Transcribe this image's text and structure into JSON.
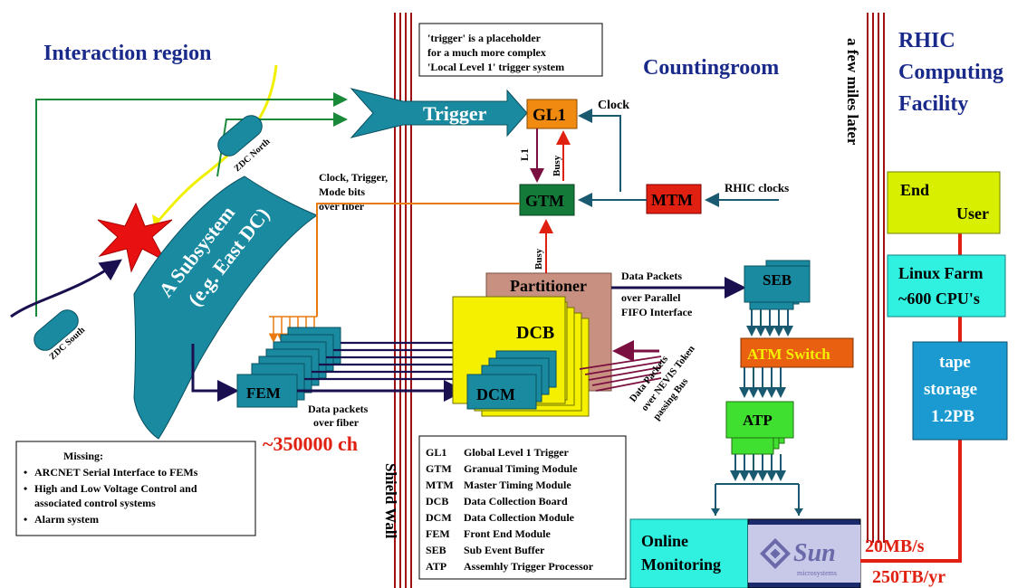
{
  "regions": {
    "interaction": "Interaction region",
    "countingroom": "Countingroom",
    "rhic_line1": "RHIC",
    "rhic_line2": "Computing",
    "rhic_line3": "Facility",
    "miles": "a few miles later",
    "shield_wall": "Shield Wall"
  },
  "note": {
    "line1": "'trigger' is a placeholder",
    "line2": "for a much more complex",
    "line3": "'Local Level 1' trigger system"
  },
  "labels": {
    "zdc_north": "ZDC North",
    "zdc_south": "ZDC South",
    "subsystem_line1": "A Subsystem",
    "subsystem_line2": "(e.g. East DC)",
    "trigger": "Trigger",
    "gl1": "GL1",
    "clock": "Clock",
    "l1": "L1",
    "busy1": "Busy",
    "busy2": "Busy",
    "gtm": "GTM",
    "mtm": "MTM",
    "rhic_clocks": "RHIC clocks",
    "clock_trigger_1": "Clock, Trigger,",
    "clock_trigger_2": "Mode bits",
    "clock_trigger_3": "over fiber",
    "partitioner": "Partitioner",
    "dcb": "DCB",
    "dcm": "DCM",
    "fem": "FEM",
    "data_packets_fiber_1": "Data packets",
    "data_packets_fiber_2": "over fiber",
    "channels": "~350000 ch",
    "parallel_1": "Data Packets",
    "parallel_2": "over Parallel",
    "parallel_3": "FIFO Interface",
    "nevis_1": "Data Packets",
    "nevis_2": "over NEVIS Token",
    "nevis_3": "passing Bus",
    "seb": "SEB",
    "atm": "ATM Switch",
    "atp": "ATP",
    "online_1": "Online",
    "online_2": "Monitoring",
    "sun": "Sun",
    "sun_sub": "microsystems",
    "rate": "20MB/s",
    "yearly": "250TB/yr",
    "end_user_1": "End",
    "end_user_2": "User",
    "linux_1": "Linux Farm",
    "linux_2": "~600 CPU's",
    "tape_1": "tape",
    "tape_2": "storage",
    "tape_3": "1.2PB"
  },
  "missing": {
    "title": "Missing:",
    "items": [
      "ARCNET Serial Interface to FEMs",
      "High and Low Voltage Control and",
      "associated control systems",
      "Alarm system"
    ]
  },
  "legend": [
    {
      "abbr": "GL1",
      "desc": "Global Level 1 Trigger"
    },
    {
      "abbr": "GTM",
      "desc": "Granual Timing Module"
    },
    {
      "abbr": "MTM",
      "desc": "Master Timing Module"
    },
    {
      "abbr": "DCB",
      "desc": "Data Collection Board"
    },
    {
      "abbr": "DCM",
      "desc": "Data Collection Module"
    },
    {
      "abbr": "FEM",
      "desc": "Front End Module"
    },
    {
      "abbr": "SEB",
      "desc": "Sub Event Buffer"
    },
    {
      "abbr": "ATP",
      "desc": "Assemhly Trigger Processor"
    }
  ],
  "colors": {
    "title_blue": "#1a2a8a",
    "teal": "#1a8aa0",
    "dark_navy": "#1a1050",
    "red": "#e02010",
    "orange": "#e87a10",
    "green_box": "#137a3a",
    "yellow": "#f4f000",
    "lime": "#d8f000",
    "cyan": "#30f0e0",
    "tan": "#c89080",
    "wall": "#a01010"
  }
}
